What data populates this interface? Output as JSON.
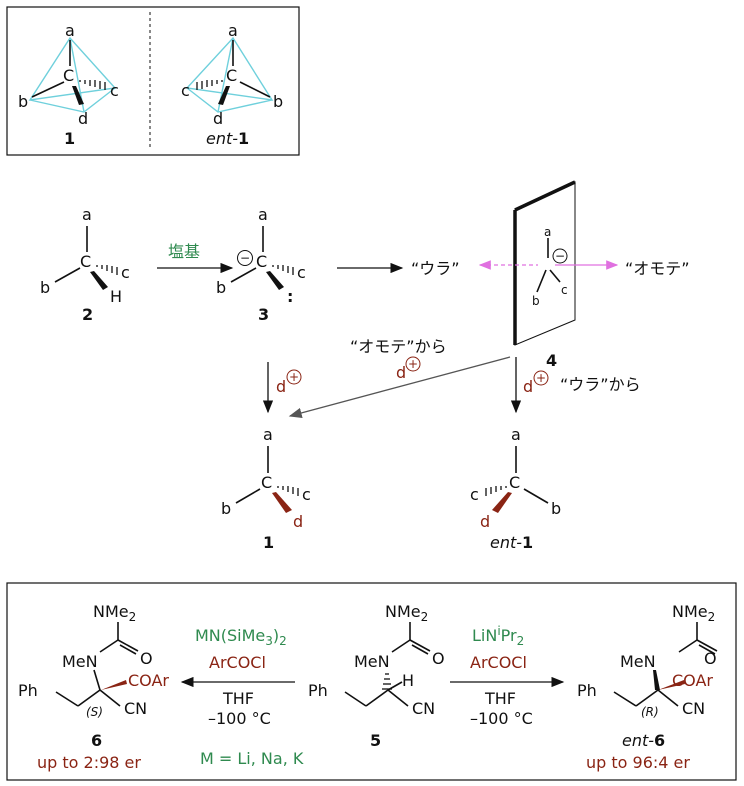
{
  "top_box": {
    "left": {
      "a": "a",
      "b": "b",
      "c": "c",
      "d": "d",
      "center": "C",
      "label": "1"
    },
    "right": {
      "a": "a",
      "b": "b",
      "c": "c",
      "d": "d",
      "center": "C",
      "label_prefix": "ent-",
      "label_num": "1"
    }
  },
  "scheme": {
    "cmpd2": {
      "a": "a",
      "b": "b",
      "c": "c",
      "H": "H",
      "center": "C",
      "label": "2"
    },
    "base_label": "塩基",
    "cmpd3": {
      "a": "a",
      "b": "b",
      "c": "c",
      "center": "C",
      "label": "3",
      "charge": "−",
      "lone_pair": ":"
    },
    "ura": "“ウラ”",
    "omote": "“オモテ”",
    "cmpd4": {
      "a": "a",
      "b": "b",
      "c": "c",
      "charge": "−",
      "label": "4"
    },
    "omote_from": "“オモテ”から",
    "ura_from": "“ウラ”から",
    "d_plus": "d",
    "plus": "+",
    "cmpd1": {
      "a": "a",
      "b": "b",
      "c": "c",
      "d": "d",
      "center": "C",
      "label": "1"
    },
    "ent1": {
      "a": "a",
      "b": "b",
      "c": "c",
      "d": "d",
      "center": "C",
      "label_prefix": "ent-",
      "label_num": "1"
    }
  },
  "bottom_box": {
    "cmpd6": {
      "nme2": "NMe",
      "sub2": "2",
      "O": "O",
      "MeN": "MeN",
      "COAr": "COAr",
      "Ph": "Ph",
      "CN": "CN",
      "stereo": "(S)",
      "label": "6",
      "er": "up to 2:98 er"
    },
    "cmpd5": {
      "nme2": "NMe",
      "sub2": "2",
      "O": "O",
      "MeN": "MeN",
      "H": "H",
      "Ph": "Ph",
      "CN": "CN",
      "label": "5"
    },
    "ent6": {
      "nme2": "NMe",
      "sub2": "2",
      "O": "O",
      "MeN": "MeN",
      "COAr": "COAr",
      "Ph": "Ph",
      "CN": "CN",
      "stereo": "(R)",
      "label_prefix": "ent-",
      "label_num": "6",
      "er": "up to 96:4 er"
    },
    "left_reagent1": "MN(SiMe",
    "left_reagent1_sub": "3",
    "left_reagent1_end": ")",
    "left_reagent1_sub2": "2",
    "left_reagent2": "ArCOCl",
    "left_solvent": "THF",
    "left_temp": "–100 °C",
    "metal_note": "M = Li, Na, K",
    "right_reagent1": "LiN",
    "right_reagent1_sup": "i",
    "right_reagent1_mid": "Pr",
    "right_reagent1_sub": "2",
    "right_reagent2": "ArCOCl",
    "right_solvent": "THF",
    "right_temp": "–100 °C"
  },
  "colors": {
    "green": "#2f8a4f",
    "dark_red": "#8a2414",
    "cyan": "#6fd0dc",
    "magenta": "#e070e0"
  }
}
